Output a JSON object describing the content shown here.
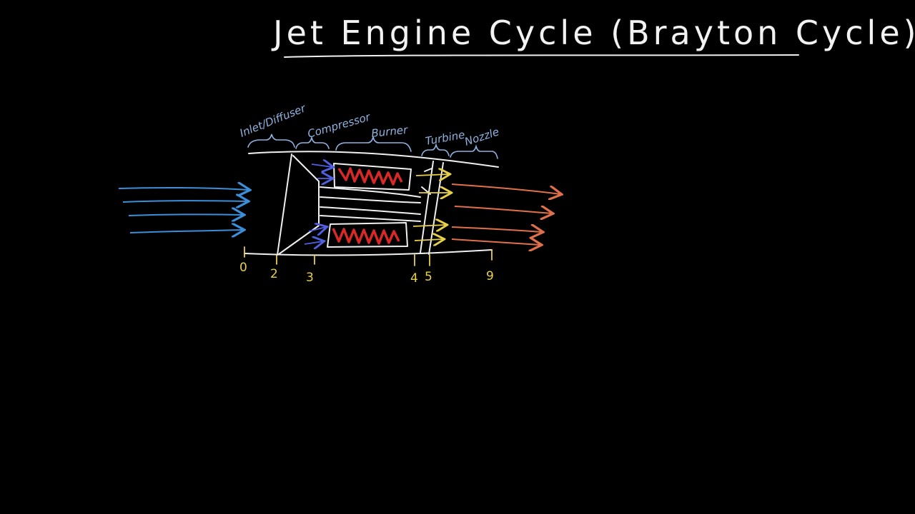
{
  "title": "Jet Engine Cycle (Brayton Cycle)",
  "sections": [
    {
      "id": "inlet",
      "label": "Inlet/Diffuser"
    },
    {
      "id": "compressor",
      "label": "Compressor"
    },
    {
      "id": "burner",
      "label": "Burner"
    },
    {
      "id": "turbine",
      "label": "Turbine"
    },
    {
      "id": "nozzle",
      "label": "Nozzle"
    }
  ],
  "stations": [
    "0",
    "2",
    "3",
    "4",
    "5",
    "9"
  ],
  "colors": {
    "background": "#000000",
    "chalk_white": "#f0f0f0",
    "intake_flow": "#3a8fd8",
    "compressed_flow": "#5060e0",
    "hot_flow": "#e8d048",
    "exhaust_flow": "#e0704a",
    "combustion": "#d82828",
    "labels": "#8fb3e0",
    "station_marks": "#e8d048"
  }
}
